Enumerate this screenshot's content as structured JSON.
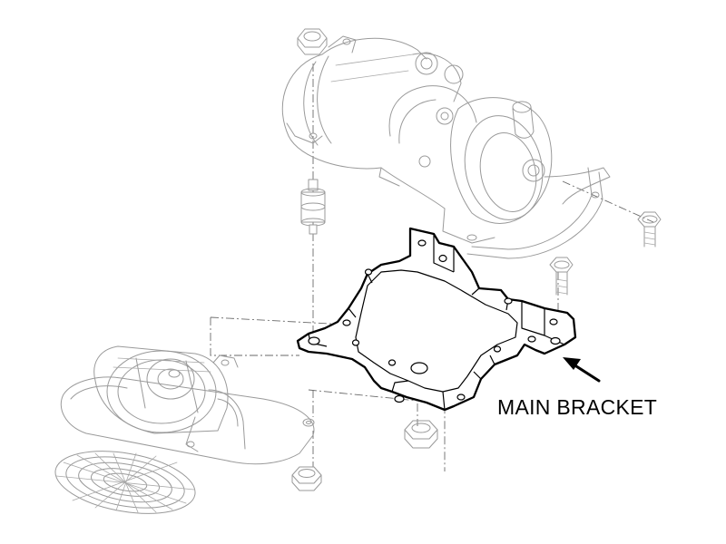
{
  "diagram": {
    "callout": {
      "label": "MAIN BRACKET",
      "target": "main-bracket"
    },
    "components": [
      "pump-motor-assembly",
      "reservoir",
      "main-bracket",
      "cooling-fan",
      "fan-guard",
      "lower-mount-plate",
      "hex-nut",
      "mounting-bolt",
      "rubber-isolator"
    ],
    "colors": {
      "line": "#1a1a1a",
      "secondary_line": "#9a9a9a",
      "highlight": "#000000",
      "background": "#ffffff"
    }
  }
}
